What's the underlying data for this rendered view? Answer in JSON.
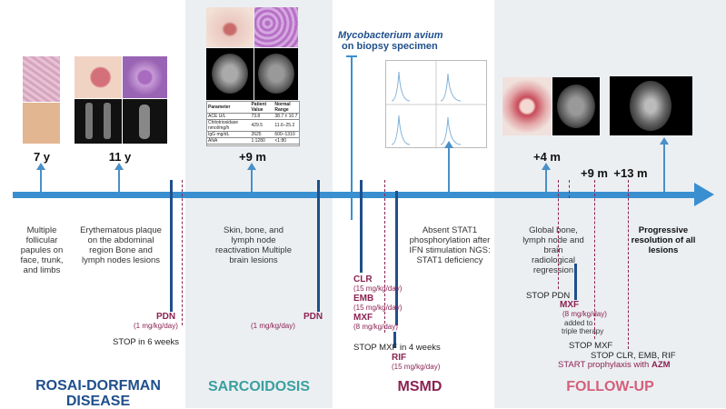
{
  "phases": [
    {
      "label_line1": "ROSAI-DORFMAN",
      "label_line2": "DISEASE",
      "color": "#1f4f8c"
    },
    {
      "label": "SARCOIDOSIS",
      "color": "#3aa0a0"
    },
    {
      "label": "MSMD",
      "color": "#8b2252"
    },
    {
      "label": "FOLLOW-UP",
      "color": "#d4607a"
    }
  ],
  "ages": {
    "a1": "7 y",
    "a2": "11 y",
    "a3": "+9 m",
    "a4": "+4 m",
    "a5": "+9 m",
    "a6": "+13 m"
  },
  "events": {
    "e1": "Multiple follicular papules on face, trunk, and limbs",
    "e2": "Erythematous plaque on the abdominal region Bone and lymph nodes lesions",
    "e3": "Skin, bone, and lymph node reactivation Multiple brain lesions",
    "e4": "Absent STAT1 phosphorylation after IFN stimulation NGS: STAT1 deficiency",
    "e5": "Global bone, lymph node and brain radiological regression",
    "e6": "Progressive resolution of all lesions"
  },
  "mycobacterium": {
    "line1": "Mycobacterium avium",
    "line2": "on biopsy specimen"
  },
  "treatments": {
    "pdn1": "PDN",
    "pdn1_dose": "(1 mg/kg/day)",
    "stop1": "STOP in 6 weeks",
    "pdn2": "PDN",
    "pdn2_dose": "(1 mg/kg/day)",
    "clr": "CLR",
    "clr_dose": "(15 mg/kg/day)",
    "emb": "EMB",
    "emb_dose": "(15 mg/kg/day)",
    "mxf": "MXF",
    "mxf_dose": "(8 mg/kg/day)",
    "stop_mxf": "STOP MXF in 4 weeks",
    "rif": "RIF",
    "rif_dose": "(15 mg/kg/day)",
    "stop_pdn": "STOP PDN",
    "mxf2": "MXF",
    "mxf2_dose": "(8 mg/kg/day)",
    "mxf2_note1": "added to",
    "mxf2_note2": "triple therapy",
    "stop_mxf2": "STOP MXF",
    "stop_all": "STOP CLR, EMB, RIF",
    "start_proph": "START prophylaxis with",
    "azm": "AZM"
  },
  "lab_table": {
    "headers": [
      "Parameter",
      "Patient Value",
      "Normal Range"
    ],
    "rows": [
      [
        "ACE U/L",
        "73.8",
        "38.7 ± 10.7"
      ],
      [
        "Chitotriosidase nmol/mg/h",
        "429.5",
        "11.6–25.2"
      ],
      [
        "IgG mg/dL",
        "2625",
        "600–1310"
      ],
      [
        "ANA",
        "1:1280",
        "<1:80"
      ]
    ]
  },
  "colors": {
    "timeline": "#3a8fd0",
    "dark_line": "#1f4f8c",
    "drug": "#8b2252",
    "band_gray": "#eceff2"
  }
}
